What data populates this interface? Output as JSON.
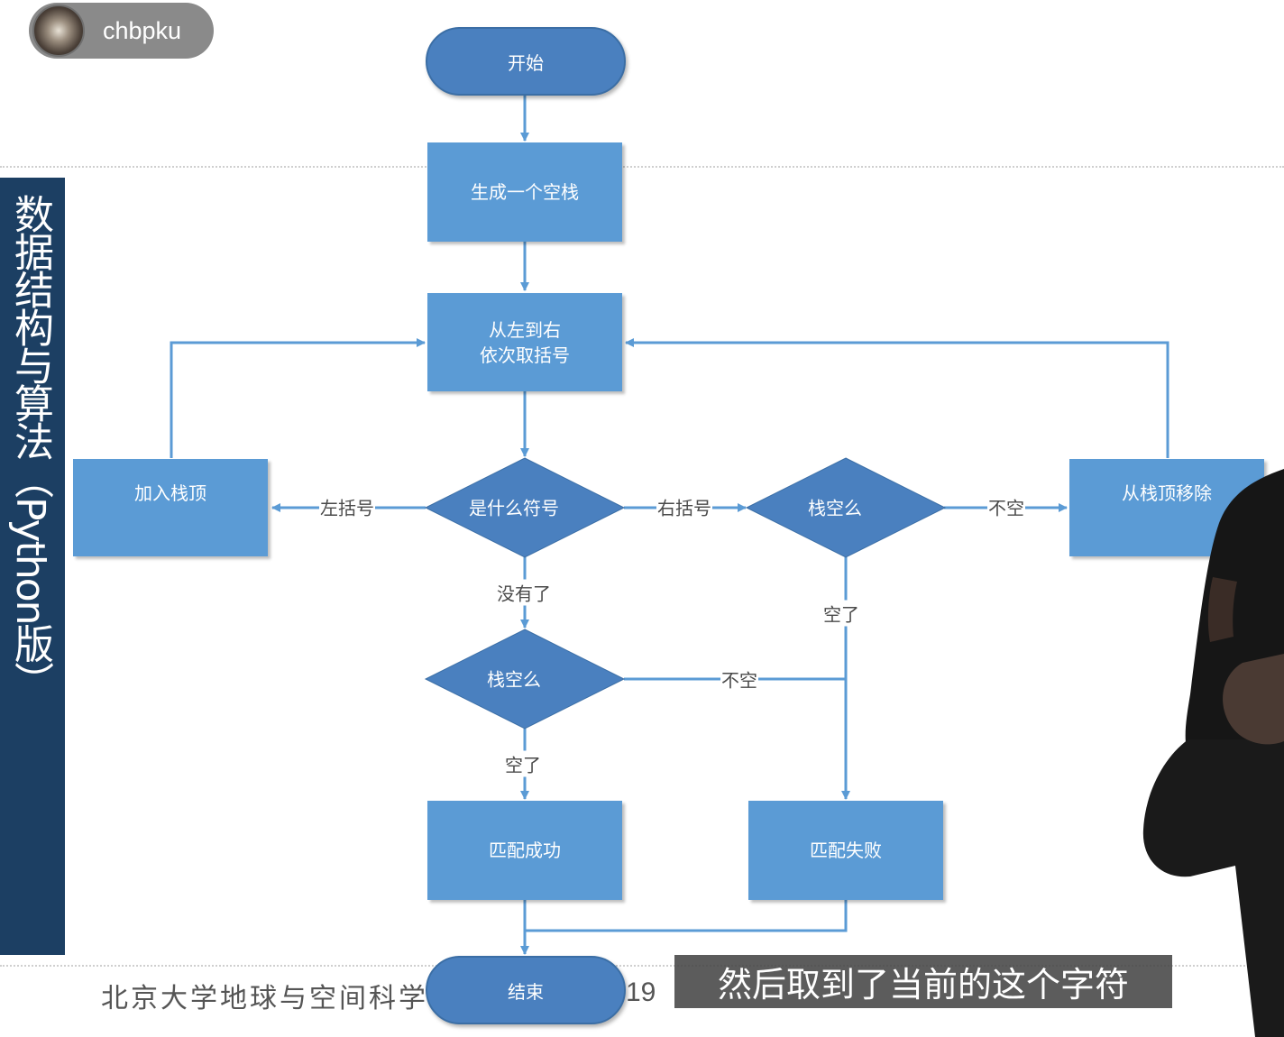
{
  "channel": {
    "name": "chbpku"
  },
  "sidebar": {
    "title": "数据结构与算法（Python版）"
  },
  "flowchart": {
    "start": "开始",
    "create_stack": "生成一个空栈",
    "read_symbol_line1": "从左到右",
    "read_symbol_line2": "依次取括号",
    "which_symbol": "是什么符号",
    "push": "加入栈顶",
    "stack_empty_q1": "栈空么",
    "pop": "从栈顶移除",
    "stack_empty_q2": "栈空么",
    "match_success": "匹配成功",
    "match_fail": "匹配失败",
    "end": "结束",
    "edge_left_paren": "左括号",
    "edge_right_paren": "右括号",
    "edge_not_empty_1": "不空",
    "edge_empty_1": "空了",
    "edge_none_left": "没有了",
    "edge_not_empty_2": "不空",
    "edge_empty_2": "空了"
  },
  "footer": {
    "text": "北京大学地球与空间科学",
    "page_number": "19"
  },
  "subtitle": {
    "text": "然后取到了当前的这个字符"
  },
  "colors": {
    "box_fill": "#5b9bd5",
    "terminal_fill": "#4a80bf",
    "diamond_fill": "#4a80bf",
    "arrow": "#5b9bd5",
    "sidebar": "#1c3f63"
  }
}
